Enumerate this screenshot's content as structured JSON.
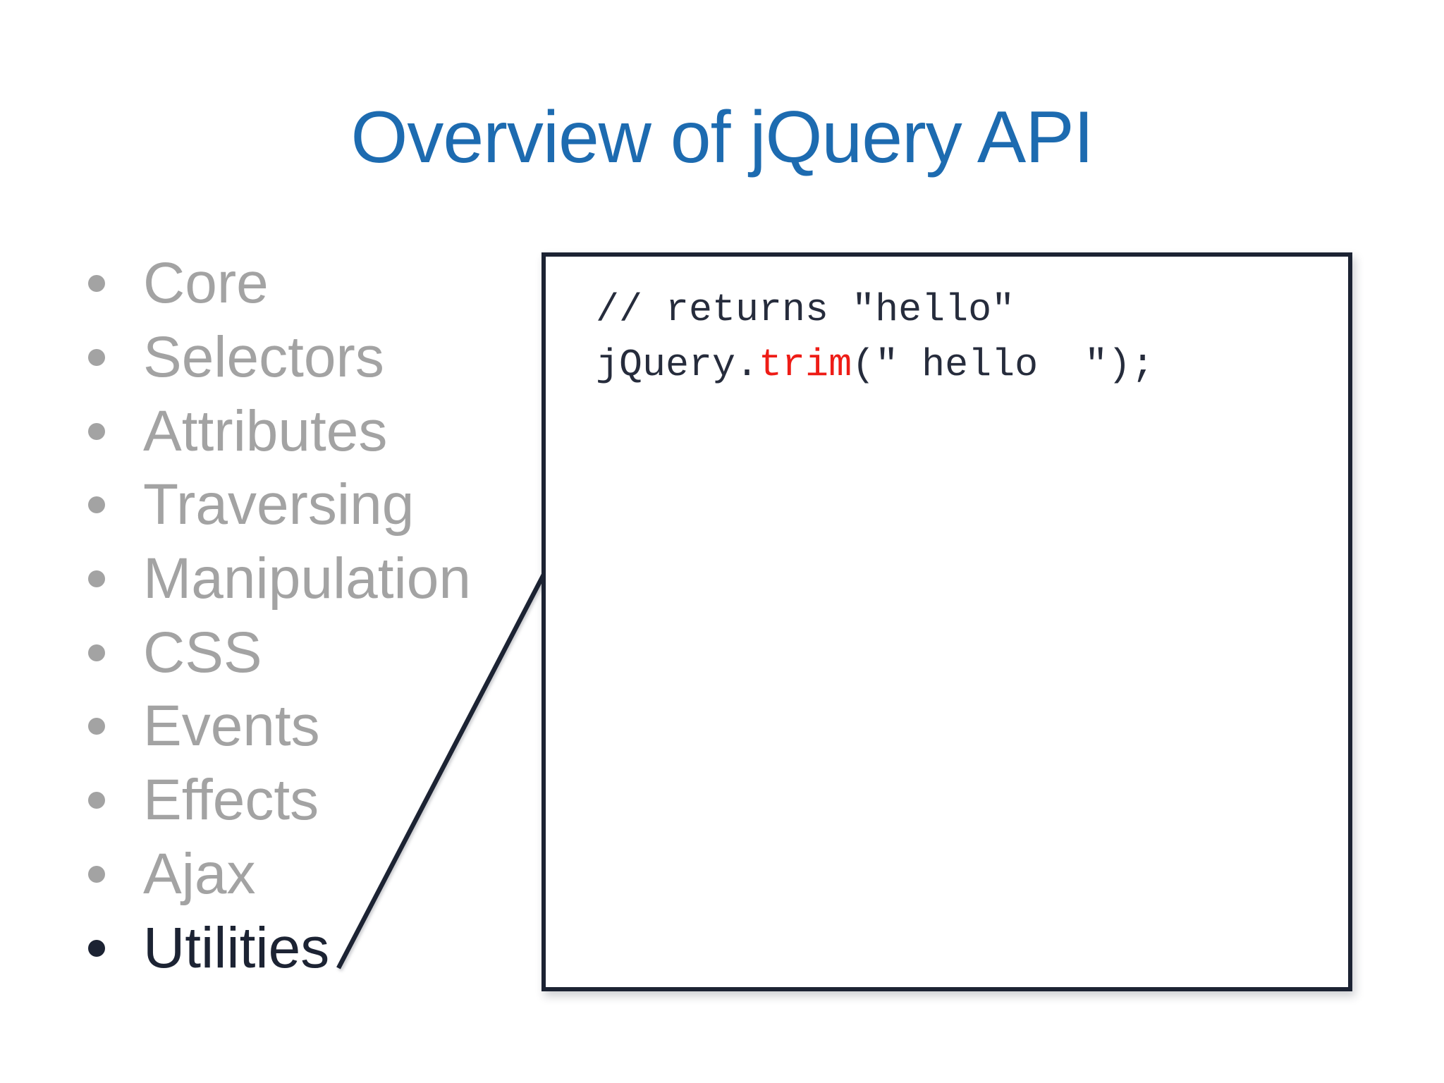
{
  "colors": {
    "title": "#1d6bb0",
    "muted": "#a3a3a3",
    "dark": "#1c2333",
    "code_text": "#262c3c",
    "code_method": "#ee1c16",
    "background": "#ffffff"
  },
  "slide": {
    "title": "Overview of jQuery API"
  },
  "list": {
    "items": [
      {
        "label": "Core",
        "emphasized": false
      },
      {
        "label": "Selectors",
        "emphasized": false
      },
      {
        "label": "Attributes",
        "emphasized": false
      },
      {
        "label": "Traversing",
        "emphasized": false
      },
      {
        "label": "Manipulation",
        "emphasized": false
      },
      {
        "label": "CSS",
        "emphasized": false
      },
      {
        "label": "Events",
        "emphasized": false
      },
      {
        "label": "Effects",
        "emphasized": false
      },
      {
        "label": "Ajax",
        "emphasized": false
      },
      {
        "label": "Utilities",
        "emphasized": true
      }
    ]
  },
  "code_panel": {
    "comment_line": "// returns \"hello\"",
    "statement": {
      "object": "jQuery.",
      "method": "trim",
      "args": "(\" hello  \");"
    }
  }
}
